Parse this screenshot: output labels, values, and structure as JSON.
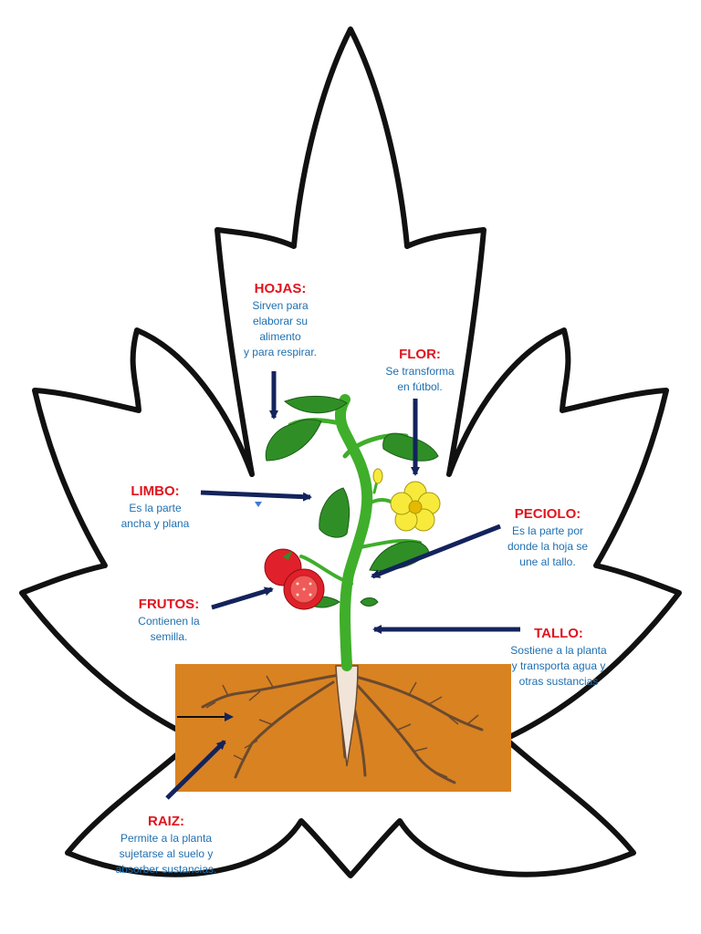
{
  "colors": {
    "outline": "#111111",
    "title": "#e0141e",
    "description": "#1f6fb0",
    "arrow": "#13235c",
    "soil": "#d98222",
    "stem": "#3fae2a",
    "leaf": "#2f8f26",
    "flower": "#f7ea3b",
    "fruit": "#e0202a",
    "root": "#6b4a2e"
  },
  "labels": {
    "hojas": {
      "title": "HOJAS:",
      "desc": "Sirven para\nelaborar su\nalimento\ny para respirar."
    },
    "flor": {
      "title": "FLOR:",
      "desc": "Se transforma\nen fútbol."
    },
    "limbo": {
      "title": "LIMBO:",
      "desc": "Es la parte\nancha y plana"
    },
    "peciolo": {
      "title": "PECIOLO:",
      "desc": "Es la parte  por\ndonde la hoja se\nune al tallo."
    },
    "frutos": {
      "title": "FRUTOS:",
      "desc": "Contienen la\nsemilla."
    },
    "tallo": {
      "title": "TALLO:",
      "desc": "Sostiene a la planta\ny transporta agua y\notras sustancias"
    },
    "raiz": {
      "title": "RAIZ:",
      "desc": "Permite a la planta\nsujetarse al suelo y\nabsorber sustancias."
    }
  }
}
